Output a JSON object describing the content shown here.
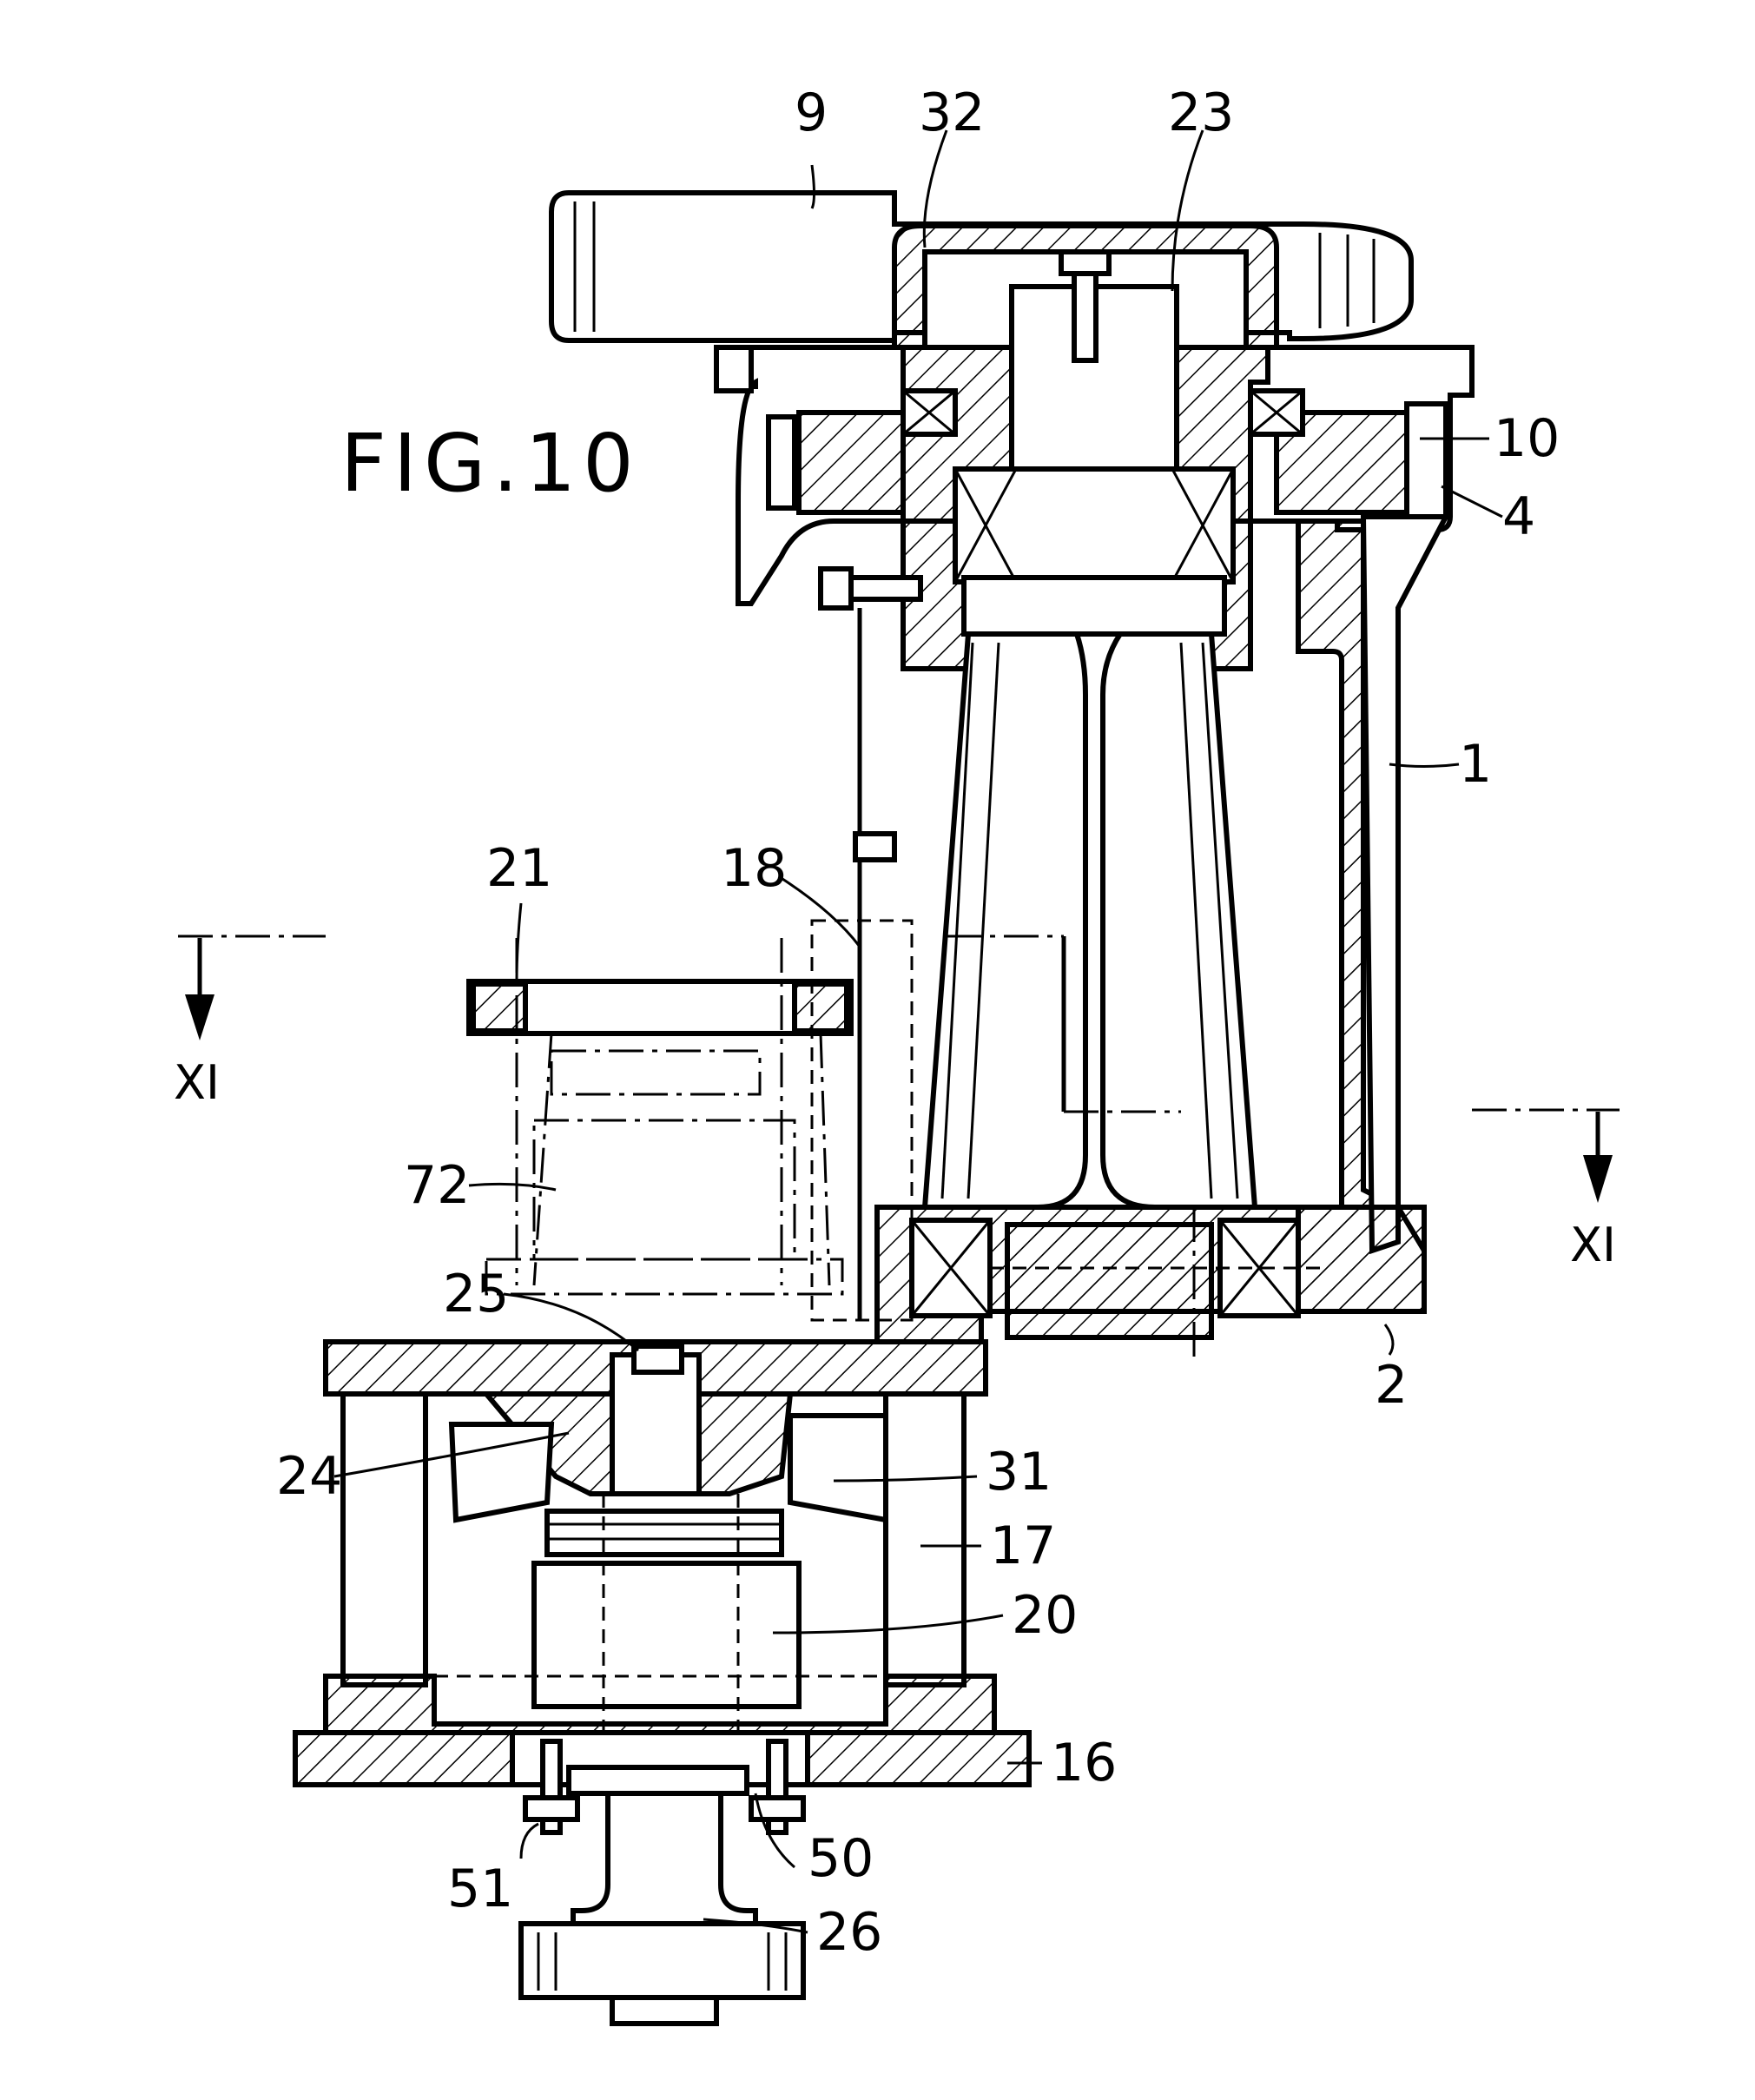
{
  "figure": {
    "title": "FIG.10"
  },
  "section": {
    "left": "XI",
    "right": "XI"
  },
  "labels": {
    "l9": "9",
    "l32": "32",
    "l23": "23",
    "l10": "10",
    "l4": "4",
    "l1": "1",
    "l18": "18",
    "l21": "21",
    "l72": "72",
    "l25": "25",
    "l2": "2",
    "l24": "24",
    "l31": "31",
    "l17": "17",
    "l20": "20",
    "l16": "16",
    "l51": "51",
    "l50": "50",
    "l26": "26"
  }
}
